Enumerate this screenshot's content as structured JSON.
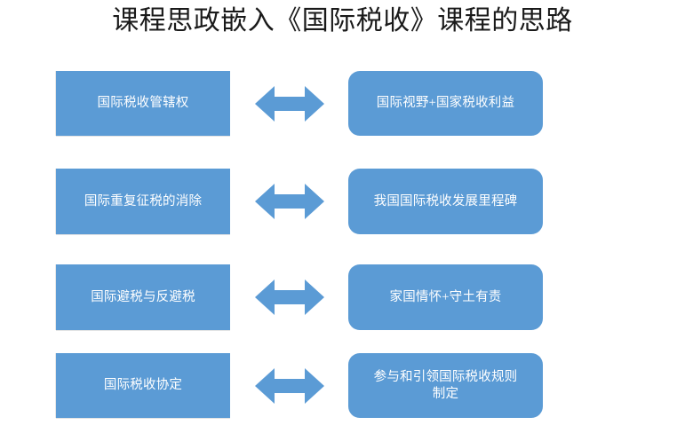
{
  "slide": {
    "title": "课程思政嵌入《国际税收》课程的思路",
    "background_color": "#FFFFFF",
    "title_color": "#1A1A1A",
    "node_fill_color": "#5B9BD5",
    "node_text_color": "#FFFFFF",
    "arrow_color": "#5B9BD5"
  },
  "diagram": {
    "type": "paired-mapping",
    "arrow_icon_name": "double-headed-arrow-icon",
    "rows": [
      {
        "left_label": "国际税收管辖权",
        "arrow": "↔",
        "right_label": "国际视野+国家税收利益"
      },
      {
        "left_label": "国际重复征税的消除",
        "arrow": "↔",
        "right_label": "我国国际税收发展里程碑"
      },
      {
        "left_label": "国际避税与反避税",
        "arrow": "↔",
        "right_label": "家国情怀+守土有责"
      },
      {
        "left_label": "国际税收协定",
        "arrow": "↔",
        "right_label": "参与和引领国际税收规则\n制定"
      }
    ]
  }
}
